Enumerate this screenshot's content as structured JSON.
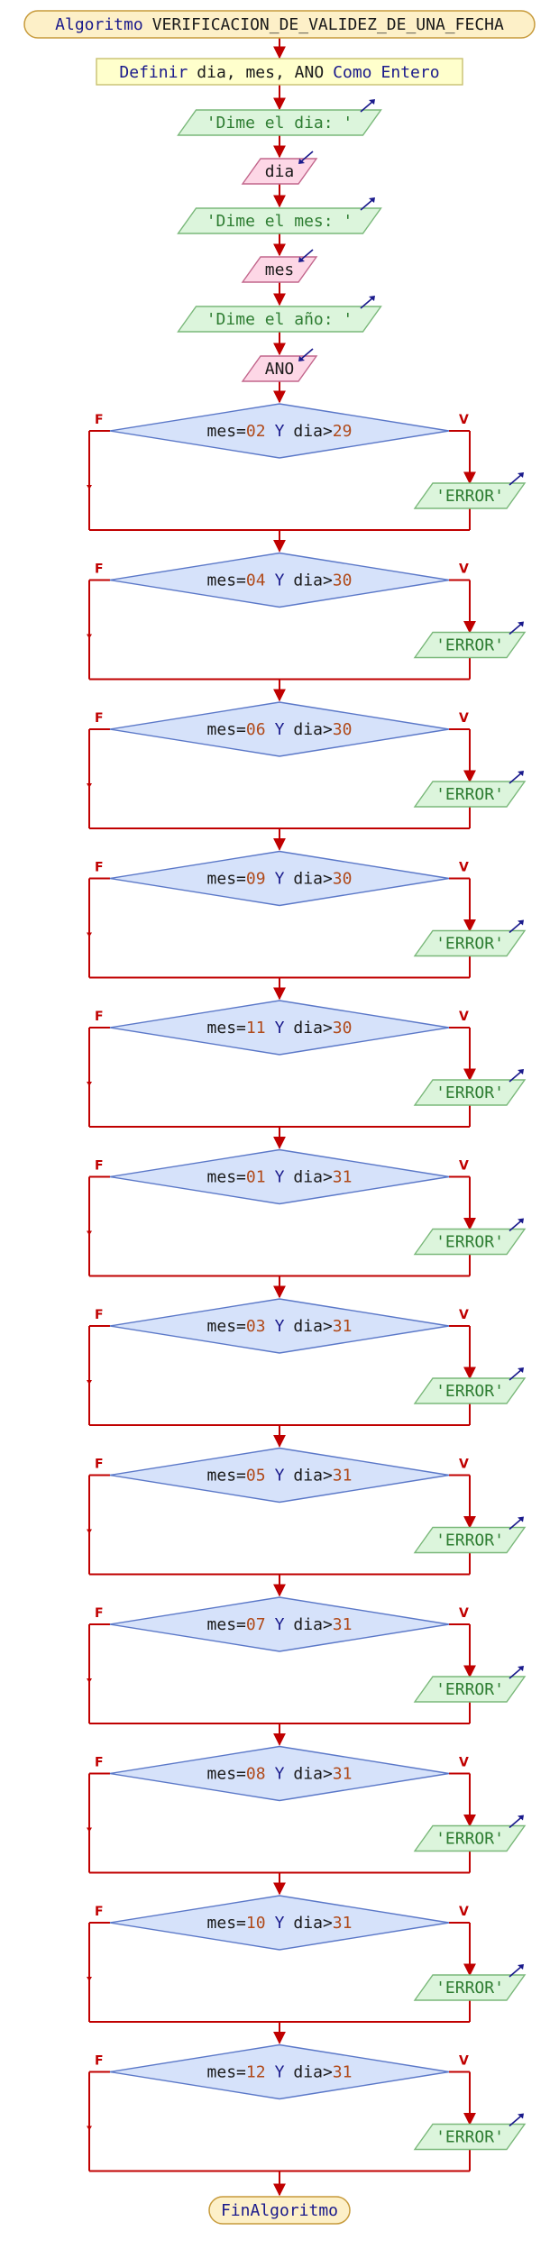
{
  "start": {
    "kw": "Algoritmo",
    "name": "VERIFICACION_DE_VALIDEZ_DE_UNA_FECHA"
  },
  "define": {
    "kw1": "Definir",
    "vars": "dia, mes, ANO",
    "kw2": "Como",
    "type": "Entero"
  },
  "io": [
    {
      "prompt": "'Dime el dia: '",
      "var": "dia"
    },
    {
      "prompt": "'Dime el mes: '",
      "var": "mes"
    },
    {
      "prompt": "'Dime el año: '",
      "var": "ANO"
    }
  ],
  "branch_false": "F",
  "branch_true": "V",
  "conditions": [
    {
      "var1": "mes",
      "op": "=",
      "month": "02",
      "and": "Y",
      "var2": "dia",
      "cmp": ">",
      "day": "29",
      "output": "'ERROR'"
    },
    {
      "var1": "mes",
      "op": "=",
      "month": "04",
      "and": "Y",
      "var2": "dia",
      "cmp": ">",
      "day": "30",
      "output": "'ERROR'"
    },
    {
      "var1": "mes",
      "op": "=",
      "month": "06",
      "and": "Y",
      "var2": "dia",
      "cmp": ">",
      "day": "30",
      "output": "'ERROR'"
    },
    {
      "var1": "mes",
      "op": "=",
      "month": "09",
      "and": "Y",
      "var2": "dia",
      "cmp": ">",
      "day": "30",
      "output": "'ERROR'"
    },
    {
      "var1": "mes",
      "op": "=",
      "month": "11",
      "and": "Y",
      "var2": "dia",
      "cmp": ">",
      "day": "30",
      "output": "'ERROR'"
    },
    {
      "var1": "mes",
      "op": "=",
      "month": "01",
      "and": "Y",
      "var2": "dia",
      "cmp": ">",
      "day": "31",
      "output": "'ERROR'"
    },
    {
      "var1": "mes",
      "op": "=",
      "month": "03",
      "and": "Y",
      "var2": "dia",
      "cmp": ">",
      "day": "31",
      "output": "'ERROR'"
    },
    {
      "var1": "mes",
      "op": "=",
      "month": "05",
      "and": "Y",
      "var2": "dia",
      "cmp": ">",
      "day": "31",
      "output": "'ERROR'"
    },
    {
      "var1": "mes",
      "op": "=",
      "month": "07",
      "and": "Y",
      "var2": "dia",
      "cmp": ">",
      "day": "31",
      "output": "'ERROR'"
    },
    {
      "var1": "mes",
      "op": "=",
      "month": "08",
      "and": "Y",
      "var2": "dia",
      "cmp": ">",
      "day": "31",
      "output": "'ERROR'"
    },
    {
      "var1": "mes",
      "op": "=",
      "month": "10",
      "and": "Y",
      "var2": "dia",
      "cmp": ">",
      "day": "31",
      "output": "'ERROR'"
    },
    {
      "var1": "mes",
      "op": "=",
      "month": "12",
      "and": "Y",
      "var2": "dia",
      "cmp": ">",
      "day": "31",
      "output": "'ERROR'"
    }
  ],
  "end": {
    "kw": "FinAlgoritmo"
  },
  "colors": {
    "flow_line": "#c00000",
    "terminal_fill": "#fdf0c8",
    "terminal_stroke": "#c79a3a",
    "define_fill": "#ffffcc",
    "define_stroke": "#c8c070",
    "output_fill": "#dcf5dc",
    "output_stroke": "#7ab87a",
    "input_fill": "#fdd7e6",
    "input_stroke": "#c2668c",
    "decision_fill": "#d6e2fa",
    "decision_stroke": "#5b78c8",
    "arrow_out": "#1a1a8c"
  }
}
